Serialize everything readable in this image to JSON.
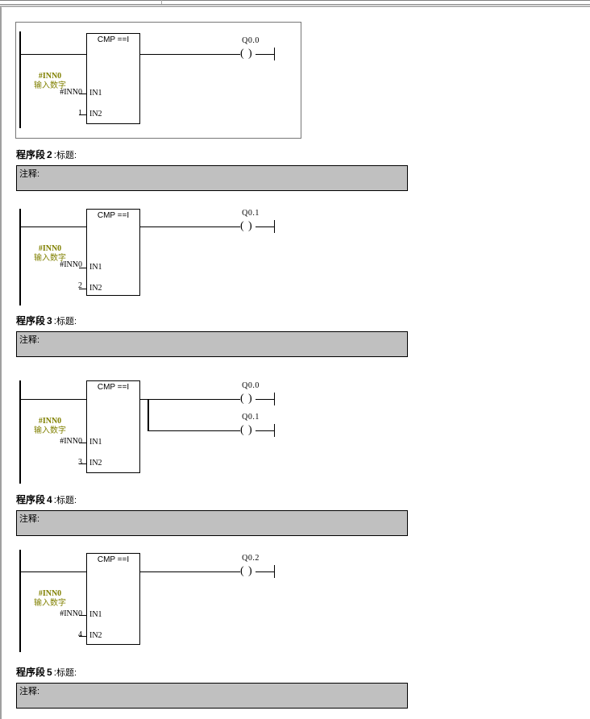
{
  "window": {
    "kind": "ladder-logic-editor",
    "background_color": "#ffffff",
    "rail_color": "#000000",
    "symbol_text_color": "#808000",
    "comment_field_color": "#c0c0c0",
    "selection_border_color": "#777777"
  },
  "labels": {
    "network_word": "程序段",
    "separator": ":",
    "title_word": "标题:",
    "comment_word": "注释:",
    "block_title": "CMP ==I",
    "pin_in1": "IN1",
    "pin_in2": "IN2"
  },
  "networks": [
    {
      "id": "network-1",
      "selected": true,
      "block": {
        "title": "CMP ==I",
        "symbolic_name": "#INN0",
        "symbolic_comment": "输入数字",
        "inputs": [
          {
            "pin": "IN1",
            "operand": "#INN0"
          },
          {
            "pin": "IN2",
            "operand": "1"
          }
        ]
      },
      "outputs": [
        {
          "type": "coil",
          "operand": "Q0.0"
        }
      ]
    },
    {
      "id": "network-2",
      "header_number": "2",
      "header_title": "标题:",
      "comment": "注释:",
      "selected": false,
      "block": {
        "title": "CMP ==I",
        "symbolic_name": "#INN0",
        "symbolic_comment": "输入数字",
        "inputs": [
          {
            "pin": "IN1",
            "operand": "#INN0"
          },
          {
            "pin": "IN2",
            "operand": "2"
          }
        ]
      },
      "outputs": [
        {
          "type": "coil",
          "operand": "Q0.1"
        }
      ]
    },
    {
      "id": "network-3",
      "header_number": "3",
      "header_title": "标题:",
      "comment": "注释:",
      "selected": false,
      "block": {
        "title": "CMP ==I",
        "symbolic_name": "#INN0",
        "symbolic_comment": "输入数字",
        "inputs": [
          {
            "pin": "IN1",
            "operand": "#INN0"
          },
          {
            "pin": "IN2",
            "operand": "3"
          }
        ]
      },
      "outputs": [
        {
          "type": "coil",
          "operand": "Q0.0"
        },
        {
          "type": "coil",
          "operand": "Q0.1"
        }
      ]
    },
    {
      "id": "network-4",
      "header_number": "4",
      "header_title": "标题:",
      "comment": "注释:",
      "selected": false,
      "block": {
        "title": "CMP ==I",
        "symbolic_name": "#INN0",
        "symbolic_comment": "输入数字",
        "inputs": [
          {
            "pin": "IN1",
            "operand": "#INN0"
          },
          {
            "pin": "IN2",
            "operand": "4"
          }
        ]
      },
      "outputs": [
        {
          "type": "coil",
          "operand": "Q0.2"
        }
      ]
    },
    {
      "id": "network-5",
      "header_number": "5",
      "header_title": "标题:",
      "comment": "注释:",
      "selected": false,
      "block": null,
      "outputs": []
    }
  ]
}
